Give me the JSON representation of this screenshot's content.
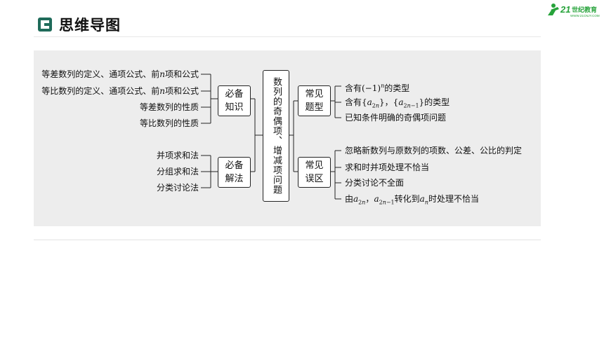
{
  "title": "思维导图",
  "logo": {
    "text": "21世纪教育",
    "sub": "WWW.21CNJY.COM"
  },
  "colors": {
    "accent": "#1f6b5a",
    "panel": "#ededed",
    "logo_green": "#27a33b"
  },
  "center": {
    "label": "数列的奇偶项、增减项问题"
  },
  "left_groups": [
    {
      "label": "必备知识",
      "items": [
        "等差数列的定义、通项公式、前n项和公式",
        "等比数列的定义、通项公式、前n项和公式",
        "等差数列的性质",
        "等比数列的性质"
      ]
    },
    {
      "label": "必备解法",
      "items": [
        "并项求和法",
        "分组求和法",
        "分类讨论法"
      ]
    }
  ],
  "right_groups": [
    {
      "label": "常见题型",
      "items": [
        "含有(-1)ⁿ的类型",
        "含有{a₂ₙ}，{a₂ₙ₋₁}的类型",
        "已知条件明确的奇偶项问题"
      ]
    },
    {
      "label": "常见误区",
      "items": [
        "忽略新数列与原数列的项数、公差、公比的判定",
        "求和时并项处理不恰当",
        "分类讨论不全面",
        "由a₂ₙ，a₂ₙ₋₁转化到aₙ时处理不恰当"
      ]
    }
  ]
}
